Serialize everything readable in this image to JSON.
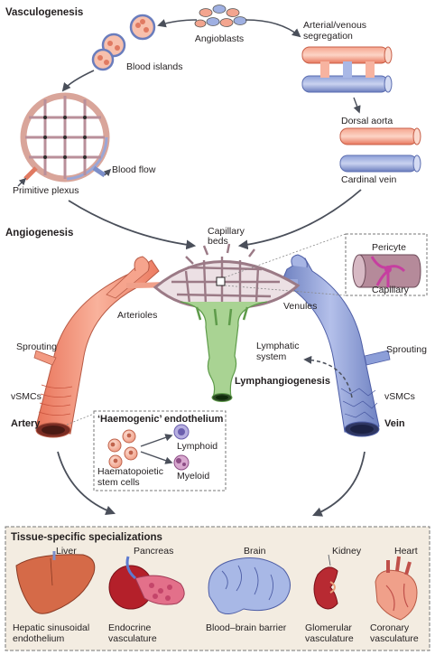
{
  "sections": {
    "vasculogenesis": "Vasculogenesis",
    "angiogenesis": "Angiogenesis",
    "tissue": "Tissue-specific specializations"
  },
  "vasculogenesis": {
    "angioblasts": "Angioblasts",
    "blood_islands": "Blood islands",
    "segregation_1": "Arterial/venous",
    "segregation_2": "segregation",
    "dorsal_aorta": "Dorsal aorta",
    "cardinal_vein": "Cardinal vein",
    "primitive_plexus": "Primitive plexus",
    "blood_flow": "Blood flow"
  },
  "angiogenesis": {
    "capillary_beds_1": "Capillary",
    "capillary_beds_2": "beds",
    "pericyte": "Pericyte",
    "capillary": "Capillary",
    "arterioles": "Arterioles",
    "venules": "Venules",
    "sprouting_left": "Sprouting",
    "sprouting_right": "Sprouting",
    "lymphatic_1": "Lymphatic",
    "lymphatic_2": "system",
    "lymphangiogenesis": "Lymphangiogenesis",
    "vsmcs_left": "vSMCs",
    "vsmcs_right": "vSMCs",
    "artery": "Artery",
    "vein": "Vein"
  },
  "haemogenic": {
    "title": "‘Haemogenic’ endothelium",
    "lymphoid": "Lymphoid",
    "myeloid": "Myeloid",
    "stem_1": "Haematopoietic",
    "stem_2": "stem cells"
  },
  "tissue": {
    "liver": "Liver",
    "pancreas": "Pancreas",
    "brain": "Brain",
    "kidney": "Kidney",
    "heart": "Heart",
    "hepatic_1": "Hepatic sinusoidal",
    "hepatic_2": "endothelium",
    "endocrine_1": "Endocrine",
    "endocrine_2": "vasculature",
    "bbb": "Blood–brain barrier",
    "glomerular_1": "Glomerular",
    "glomerular_2": "vasculature",
    "coronary_1": "Coronary",
    "coronary_2": "vasculature"
  },
  "colors": {
    "artery": "#f08a6e",
    "vein": "#7c8fca",
    "lymph": "#8fc27a",
    "capillary": "#9b7a86",
    "panel_bg": "#f3ece1",
    "arrow": "#4a4f5a"
  }
}
